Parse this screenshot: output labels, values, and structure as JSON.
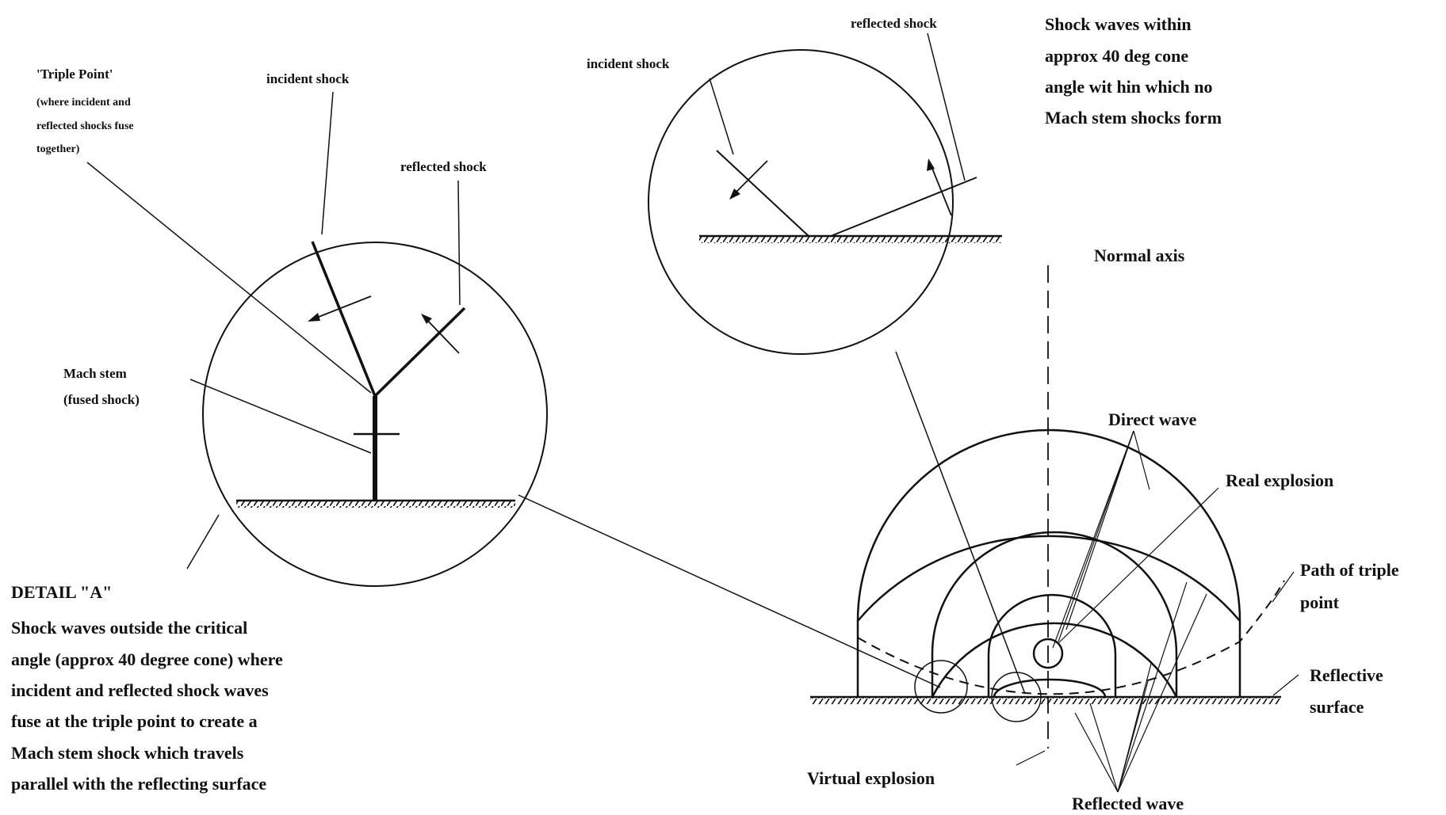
{
  "detail_a": {
    "triple_point": "'Triple Point'",
    "triple_point_note": [
      "(where incident and",
      "reflected shocks fuse",
      "together)"
    ],
    "incident_shock": "incident shock",
    "reflected_shock": "reflected shock",
    "mach_stem": [
      "Mach stem",
      "(fused shock)"
    ],
    "title": "DETAIL \"A\"",
    "description": [
      "Shock waves outside the critical",
      "angle (approx 40 degree cone) where",
      "incident and reflected shock waves",
      "fuse  at the triple point to create a",
      "Mach stem shock which travels",
      "parallel with the reflecting surface"
    ]
  },
  "detail_b": {
    "incident_shock": "incident shock",
    "reflected_shock": "reflected shock",
    "description": [
      "Shock waves within",
      "approx 40 deg cone",
      "angle wit hin which no",
      "Mach stem shocks form"
    ]
  },
  "main": {
    "normal_axis": "Normal axis",
    "direct_wave": "Direct wave",
    "real_explosion": "Real explosion",
    "path_of_triple_point": [
      "Path of triple",
      "point"
    ],
    "reflective_surface": [
      "Reflective",
      "surface"
    ],
    "virtual_explosion": "Virtual explosion",
    "reflected_wave": "Reflected wave"
  },
  "colors": {
    "ink": "#111111",
    "background": "#ffffff"
  }
}
